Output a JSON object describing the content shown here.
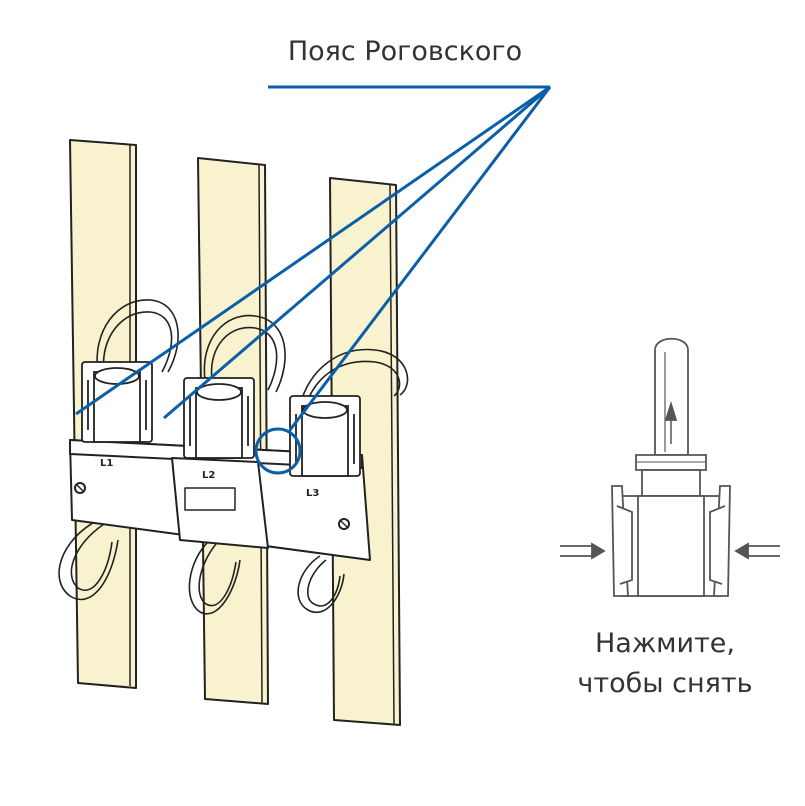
{
  "labels": {
    "title": "Пояс Роговского",
    "caption_line1": "Нажмите,",
    "caption_line2": "чтобы снять"
  },
  "phases": [
    "L1",
    "L2",
    "L3"
  ],
  "colors": {
    "busbar_fill": "#f8f2cf",
    "outline": "#222222",
    "leader": "#0b5fa8",
    "text": "#333333"
  }
}
